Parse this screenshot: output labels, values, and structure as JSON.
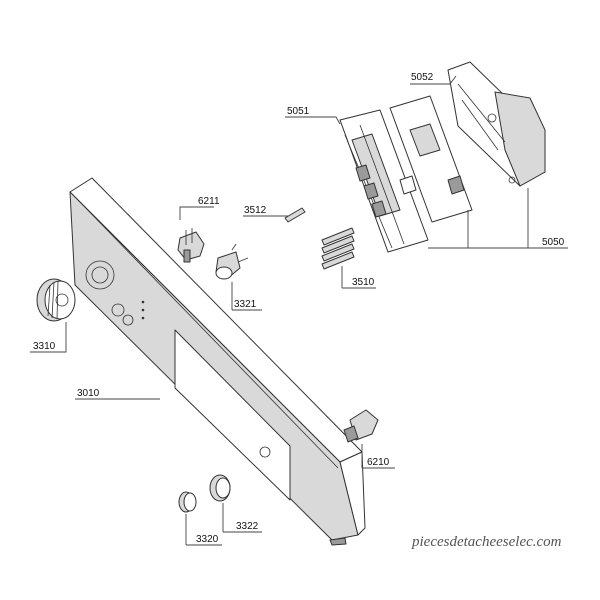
{
  "parts": {
    "p3010": "3010",
    "p3310": "3310",
    "p3320": "3320",
    "p3321": "3321",
    "p3322": "3322",
    "p3510": "3510",
    "p3512": "3512",
    "p5050": "5050",
    "p5051": "5051",
    "p5052": "5052",
    "p6210": "6210",
    "p6211": "6211"
  },
  "watermark": "piecesdetacheeselec.com"
}
